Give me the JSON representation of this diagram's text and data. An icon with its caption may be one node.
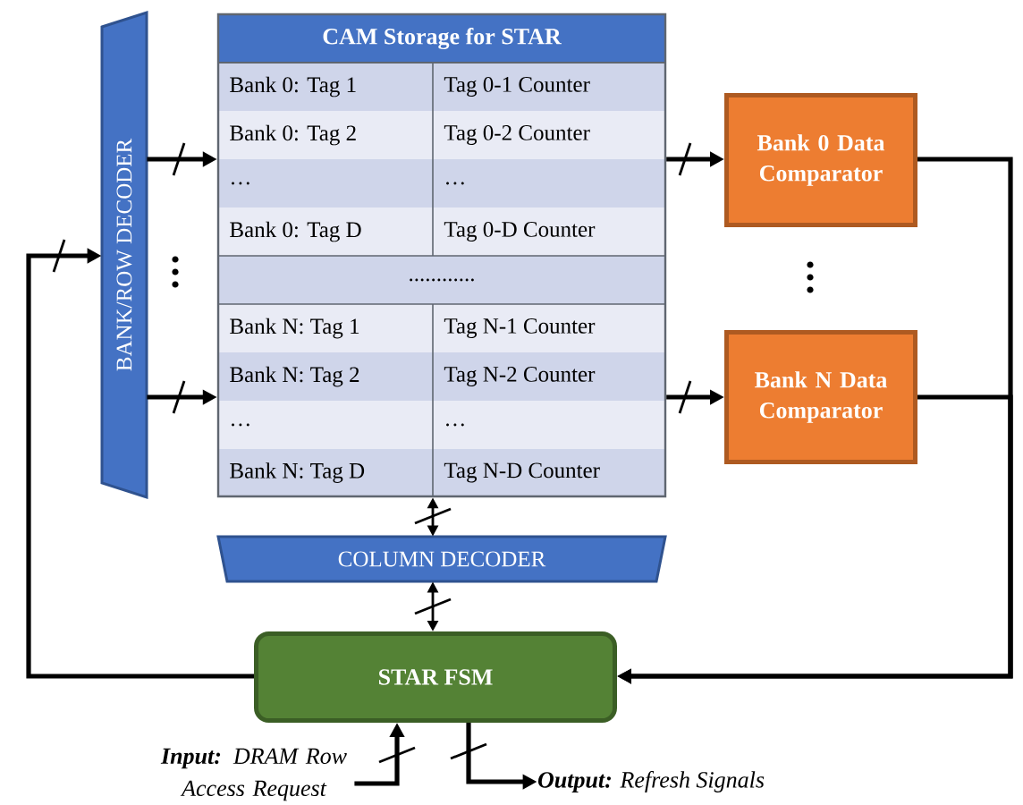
{
  "diagram": {
    "nodes": [
      {
        "text": [
          "BANK/ROW DECODER"
        ]
      },
      {
        "text": [
          "CAM Storage for STAR"
        ]
      },
      {
        "text": [
          "Bank 0 Data Comparator"
        ]
      },
      {
        "text": [
          "Bank N Data Comparator"
        ]
      },
      {
        "text": [
          "COLUMN DECODER"
        ]
      },
      {
        "text": [
          "STAR FSM"
        ]
      },
      {
        "text": [
          "**Input:** DRAM Row Access Request"
        ]
      },
      {
        "text": [
          "**Output:** Refresh Signals"
        ]
      }
    ],
    "edges": [
      {
        "from": 0,
        "to": 1,
        "arrow": "to"
      },
      {
        "from": 0,
        "to": 1,
        "arrow": "to"
      },
      {
        "from": 1,
        "to": 2,
        "arrow": "to"
      },
      {
        "from": 1,
        "to": 3,
        "arrow": "to"
      },
      {
        "from": 1,
        "to": 4,
        "arrow": "both"
      },
      {
        "from": 4,
        "to": 5,
        "arrow": "both"
      },
      {
        "from": 2,
        "to": 5,
        "arrow": "to"
      },
      {
        "from": 3,
        "to": 5,
        "arrow": "to"
      },
      {
        "from": 5,
        "to": 0,
        "arrow": "to"
      },
      {
        "from": 6,
        "to": 5,
        "arrow": "to"
      },
      {
        "from": 5,
        "to": 7,
        "arrow": "to"
      }
    ],
    "labels": [
      "Bank 0: Tag 1",
      "Tag 0-1 Counter",
      "Bank 0: Tag 2",
      "Tag 0-2 Counter",
      "…",
      "…",
      "Bank 0: Tag D",
      "Tag 0-D Counter",
      "............",
      "Bank N: Tag 1",
      "Tag N-1 Counter",
      "Bank N: Tag 2",
      "Tag N-2 Counter",
      "…",
      "…",
      "Bank N: Tag D",
      "Tag N-D Counter"
    ]
  }
}
